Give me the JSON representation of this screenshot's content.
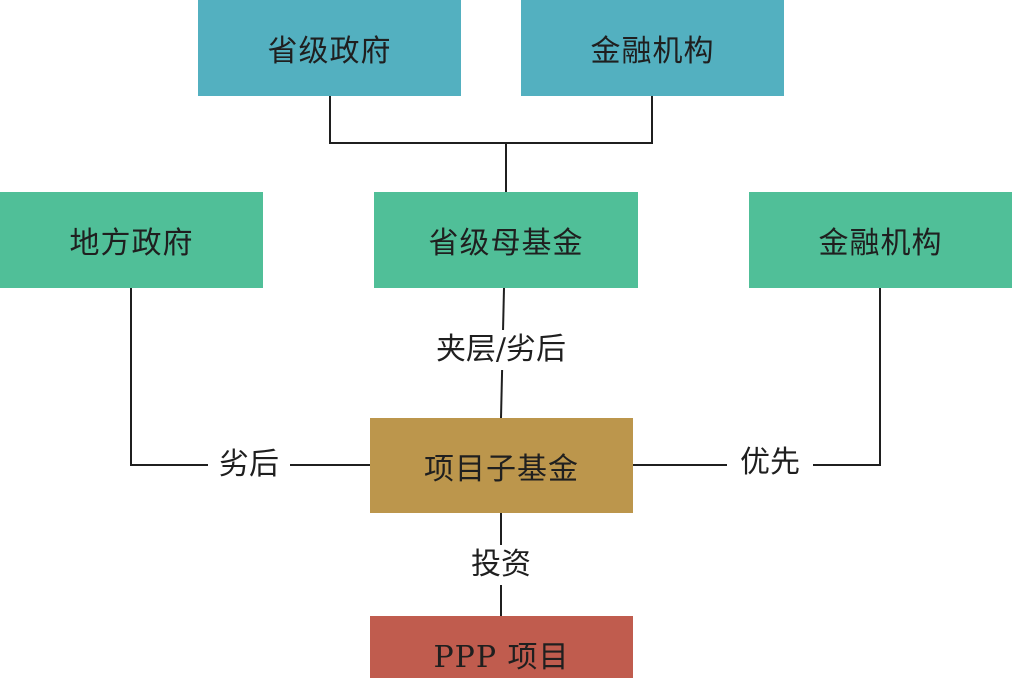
{
  "colors": {
    "top_box": "#53b0c0",
    "mid_box": "#50bf98",
    "sub_fund_box": "#bc964c",
    "project_box": "#c05c4e",
    "line": "#1f1f1f"
  },
  "nodes": {
    "provincial_gov": "省级政府",
    "financial_inst_top": "金融机构",
    "local_gov": "地方政府",
    "provincial_mother_fund": "省级母基金",
    "financial_inst_right": "金融机构",
    "project_sub_fund": "项目子基金",
    "ppp_project": "PPP 项目"
  },
  "edge_labels": {
    "mezzanine_subordinate": "夹层/劣后",
    "subordinate": "劣后",
    "priority": "优先",
    "invest": "投资"
  }
}
